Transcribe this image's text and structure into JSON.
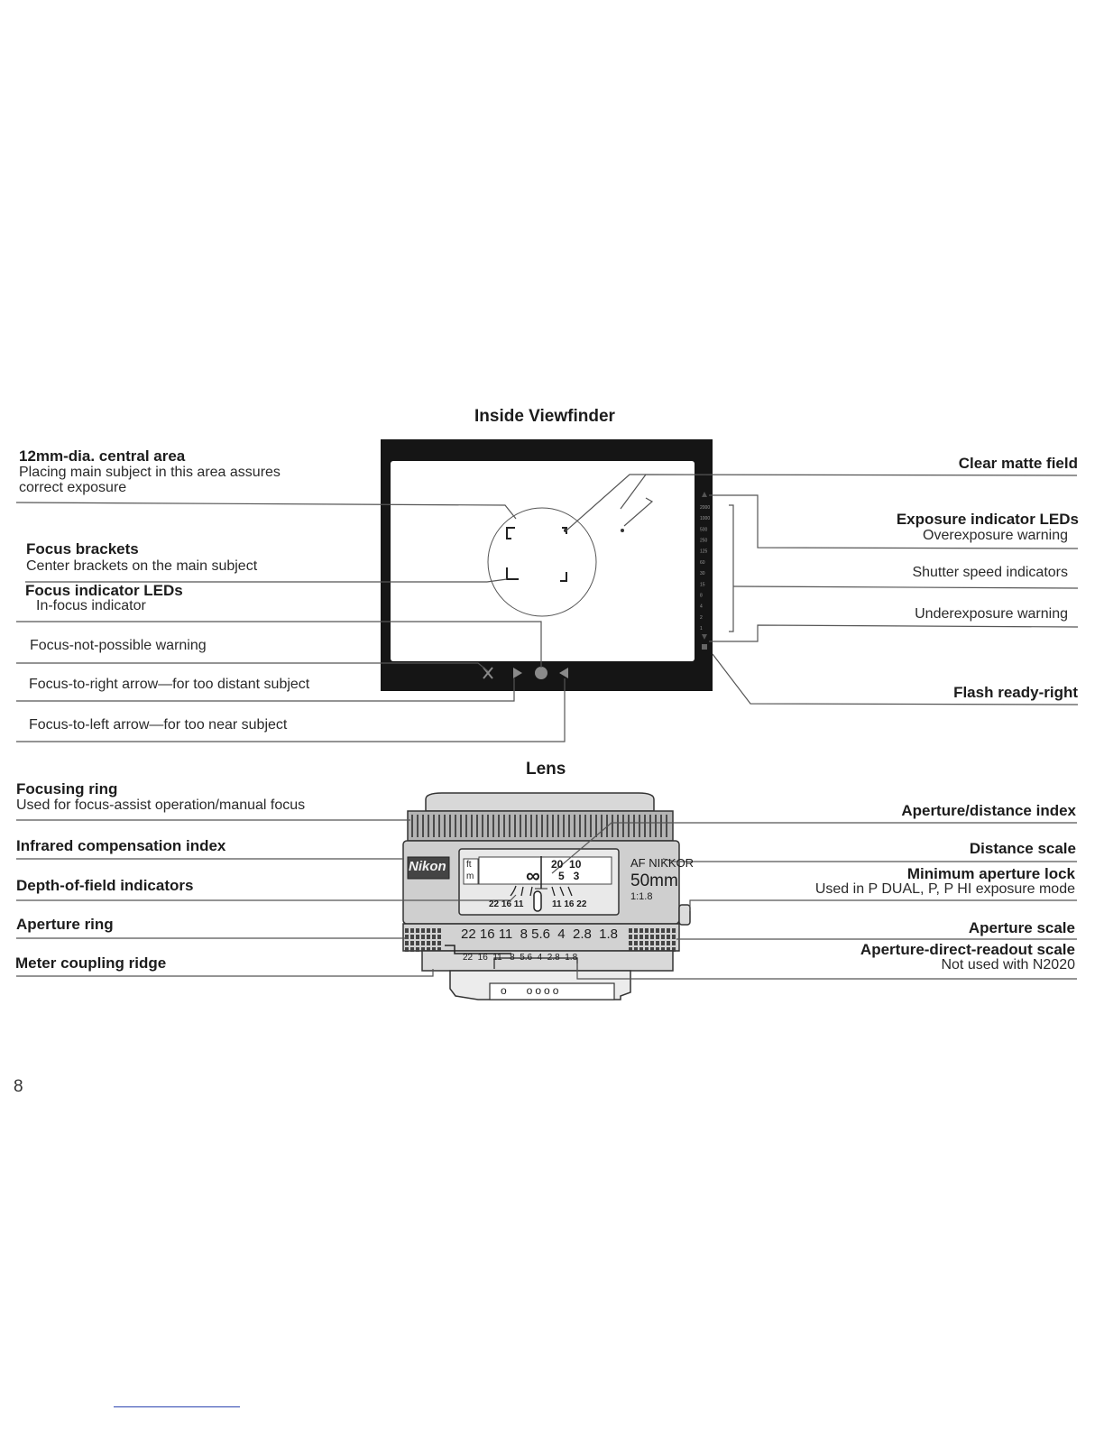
{
  "viewfinder": {
    "title": "Inside Viewfinder",
    "left_labels": [
      {
        "title": "12mm-dia. central area",
        "desc": "Placing main subject in this area assures\ncorrect exposure"
      },
      {
        "title": "Focus brackets",
        "desc": "Center brackets on the main subject"
      },
      {
        "title": "Focus indicator LEDs",
        "desc": "In-focus indicator"
      },
      {
        "title": "",
        "desc": "Focus-not-possible warning"
      },
      {
        "title": "",
        "desc": "Focus-to-right arrow—for too distant subject"
      },
      {
        "title": "",
        "desc": "Focus-to-left arrow—for too near subject"
      }
    ],
    "right_labels": [
      {
        "title": "Clear matte field",
        "desc": ""
      },
      {
        "title": "Exposure indicator LEDs",
        "desc": "Overexposure warning"
      },
      {
        "title": "",
        "desc": "Shutter speed indicators"
      },
      {
        "title": "",
        "desc": "Underexposure warning"
      },
      {
        "title": "Flash ready-right",
        "desc": ""
      }
    ],
    "shutter_scale": [
      "2000",
      "1000",
      "500",
      "250",
      "125",
      "60",
      "30",
      "15",
      "8",
      "4",
      "2",
      "1"
    ]
  },
  "lens": {
    "title": "Lens",
    "left_labels": [
      {
        "title": "Focusing ring",
        "desc": "Used for focus-assist operation/manual focus"
      },
      {
        "title": "Infrared compensation index",
        "desc": ""
      },
      {
        "title": "Depth-of-field indicators",
        "desc": ""
      },
      {
        "title": "Aperture ring",
        "desc": ""
      },
      {
        "title": "Meter coupling ridge",
        "desc": ""
      }
    ],
    "right_labels": [
      {
        "title": "Aperture/distance index",
        "desc": ""
      },
      {
        "title": "Distance scale",
        "desc": ""
      },
      {
        "title": "Minimum aperture lock",
        "desc": "Used in P DUAL, P, P HI exposure mode"
      },
      {
        "title": "Aperture scale",
        "desc": ""
      },
      {
        "title": "Aperture-direct-readout scale",
        "desc": "Not used with N2020"
      }
    ],
    "barrel": {
      "brand": "Nikon",
      "model_line1": "AF NIKKOR",
      "model_line2": "50mm",
      "model_line3": "1:1.8",
      "unit_ft": "ft",
      "unit_m": "m",
      "distance_top": "20  10",
      "distance_bottom": "5   3",
      "infinity": "∞",
      "dof_left": "22 16 11",
      "dof_right": "11 16 22",
      "aperture_scale": "22 16 11  8 5.6  4  2.8  1.8",
      "readout_scale": "22  16  11   8  5.6  4  2.8  1.8",
      "mount_marks": "o   oooo"
    }
  },
  "page_number": "8"
}
